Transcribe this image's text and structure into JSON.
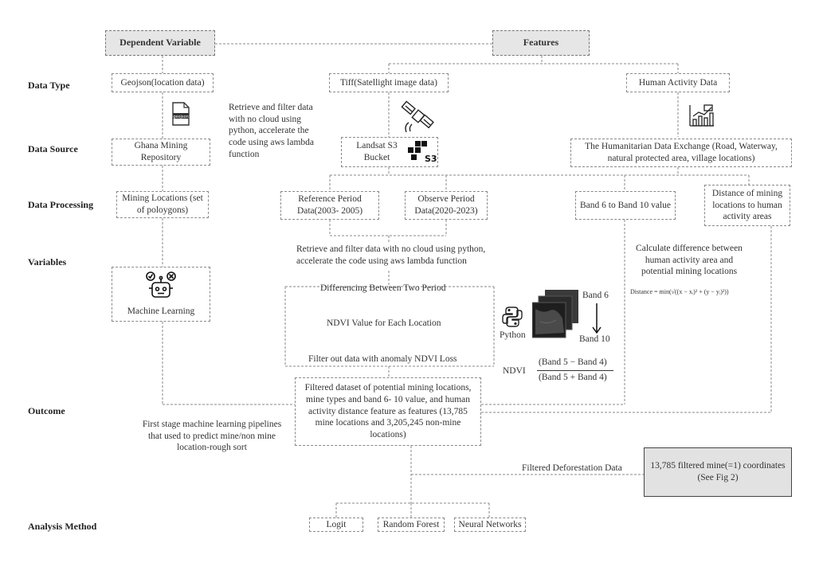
{
  "headers": {
    "dependent": "Dependent Variable",
    "features": "Features"
  },
  "rows": {
    "data_type": "Data Type",
    "data_source": "Data Source",
    "data_processing": "Data Processing",
    "variables": "Variables",
    "outcome": "Outcome",
    "analysis_method": "Analysis Method"
  },
  "data_type": {
    "geojson": "Geojson(location data)",
    "tiff": "Tiff(Satellight image data)",
    "human": "Human Activity Data"
  },
  "icons": {
    "geojson_file": "geojson",
    "s3_label": "S3"
  },
  "notes": {
    "retrieve_top": "Retrieve and filter data with no cloud using python, accelerate the code using aws lambda function",
    "retrieve_mid": "Retrieve and filter data with no cloud using python, accelerate the code using aws lambda function",
    "calc_diff": "Calculate difference between human activity area and potential mining locations",
    "distance_formula": "Distance = min(√((x − xᵢ)² + (y − yᵢ)²))",
    "first_stage": "First stage machine learning pipelines that used to predict mine/non mine location-rough sort",
    "python": "Python",
    "band6": "Band 6",
    "band10": "Band 10",
    "ndvi": "NDVI",
    "ndvi_num": "(Band 5 − Band 4)",
    "ndvi_den": "(Band 5 + Band 4)",
    "filtered_defor": "Filtered Deforestation Data"
  },
  "data_source": {
    "ghana": "Ghana Mining Repository",
    "landsat": "Landsat S3 Bucket",
    "hdx": "The Humanitarian Data Exchange (Road, Waterway, natural protected area, village locations)"
  },
  "processing": {
    "mining": "Mining Locations (set of poloygons)",
    "reference": "Reference Period Data(2003- 2005)",
    "observe": "Observe Period Data(2020-2023)",
    "band": "Band 6 to Band 10 value",
    "distance": "Distance of mining locations to human activity areas"
  },
  "variables": {
    "ml": "Machine Learning",
    "differencing": "Differencing Between Two Period",
    "ndvi_value": "NDVI Value for Each Location",
    "filter_ndvi": "Filter out data with anomaly NDVI Loss"
  },
  "outcome": {
    "filtered_dataset": "Filtered dataset of potential mining locations, mine types and band 6- 10 value, and human activity distance feature as features (13,785 mine locations and 3,205,245 non-mine locations)",
    "filtered_mine": "13,785 filtered mine(=1) coordinates (See Fig 2)"
  },
  "methods": [
    "Logit",
    "Random Forest",
    "Neural Networks"
  ]
}
